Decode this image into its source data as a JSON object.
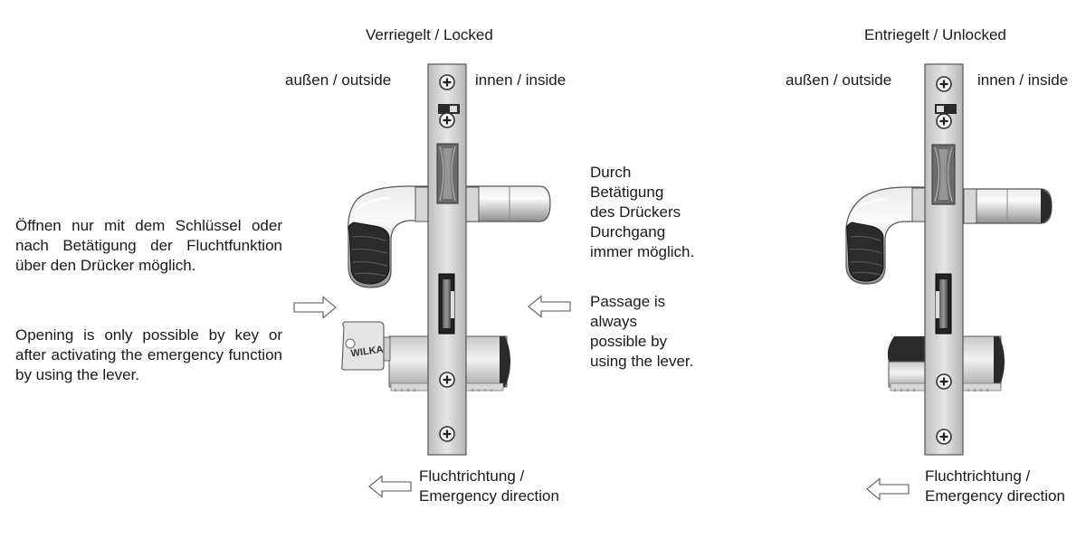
{
  "locked": {
    "title": "Verriegelt / Locked",
    "outside": "außen / outside",
    "inside": "innen / inside",
    "key_brand": "WILKA",
    "emergency_direction": "Fluchtrichtung /\nEmergency direction"
  },
  "unlocked": {
    "title": "Entriegelt / Unlocked",
    "outside": "außen / outside",
    "inside": "innen / inside",
    "emergency_direction": "Fluchtrichtung /\nEmergency direction"
  },
  "left_text": {
    "de": "Öffnen nur mit dem Schlüssel oder nach Betätigung der Fluchtfunktion über den Drücker möglich.",
    "en": "Opening is only possible by key or after activating the emergency function by using the lever."
  },
  "right_text": {
    "de": "Durch\nBetätigung\ndes Drückers\nDurchgang\nimmer möglich.",
    "en": "Passage is\nalways\npossible by\nusing the lever."
  }
}
